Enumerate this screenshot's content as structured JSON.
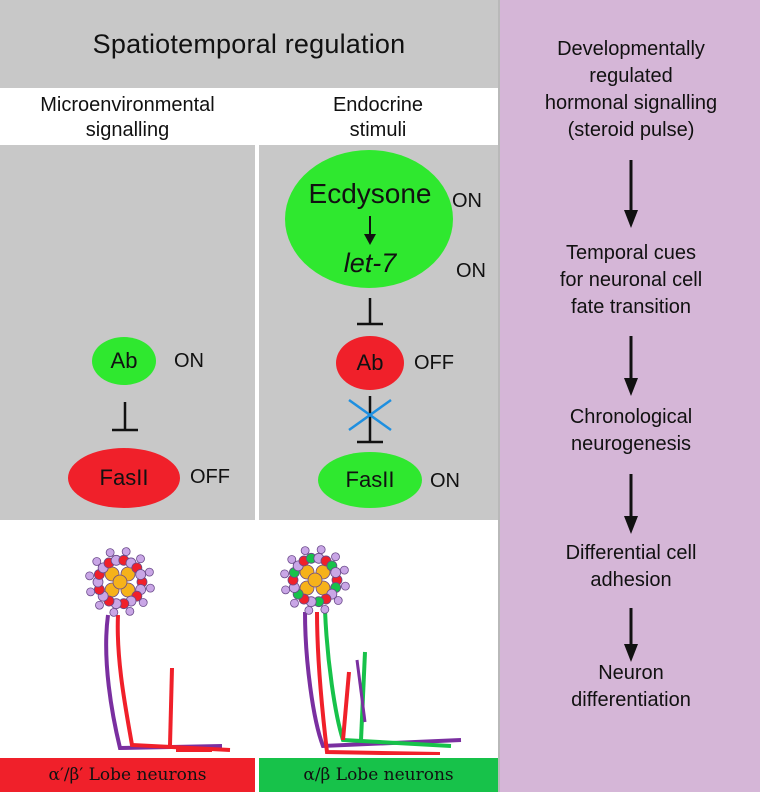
{
  "header": {
    "title": "Spatiotemporal regulation"
  },
  "left_column": {
    "heading": "Microenvironmental\nsignalling",
    "ab_label": "Ab",
    "ab_state": "ON",
    "fasii_label": "FasII",
    "fasii_state": "OFF",
    "legend": "α′/β′ Lobe neurons"
  },
  "middle_column": {
    "heading": "Endocrine\nstimuli",
    "ecdysone_label": "Ecdysone",
    "ecdysone_state": "ON",
    "let7_label": "let-7",
    "let7_state": "ON",
    "ab_label": "Ab",
    "ab_state": "OFF",
    "fasii_label": "FasII",
    "fasii_state": "ON",
    "legend": "α/β Lobe neurons"
  },
  "right_column": {
    "steps": [
      "Developmentally\nregulated\nhormonal signalling\n(steroid pulse)",
      "Temporal cues\nfor neuronal cell\nfate transition",
      "Chronological\nneurogenesis",
      "Differential cell\nadhesion",
      "Neuron\ndifferentiation"
    ]
  },
  "colors": {
    "panel_gray": "#c8c8c8",
    "right_panel_purple": "#d5b6d7",
    "active_green": "#2fe82f",
    "repressed_red": "#f0202a",
    "alpha_prime_beta_prime_legend": "#f0202a",
    "alpha_beta_legend": "#17c24a",
    "neuron_purple": "#7a2fa0",
    "cell_orange": "#f6b21a",
    "cell_lilac": "#c9a6e6",
    "block_cross_blue": "#1e8fe0"
  }
}
